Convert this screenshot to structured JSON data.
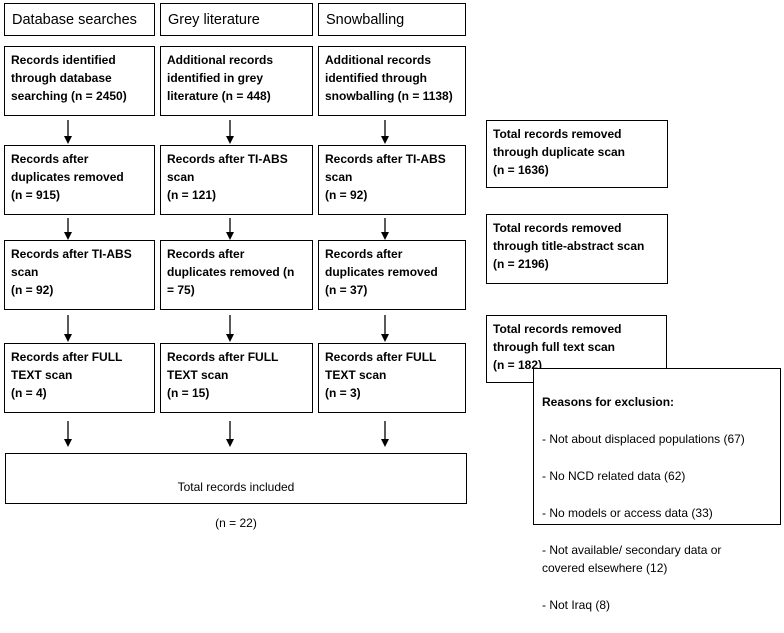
{
  "columns": [
    {
      "header": "Database searches",
      "boxes": [
        "Records identified\nthrough database\nsearching (n = 2450)",
        "Records after\nduplicates removed\n(n = 915)",
        "Records after TI-ABS\nscan\n(n = 92)",
        "Records after FULL\nTEXT scan\n(n = 4)"
      ]
    },
    {
      "header": "Grey literature",
      "boxes": [
        "Additional records\nidentified in grey\nliterature (n = 448)",
        "Records after TI-ABS\nscan\n(n = 121)",
        "Records after\nduplicates removed (n\n= 75)",
        "Records after FULL\nTEXT scan\n(n = 15)"
      ]
    },
    {
      "header": "Snowballing",
      "boxes": [
        "Additional records\nidentified through\nsnowballing (n = 1138)",
        "Records after TI-ABS\nscan\n(n = 92)",
        "Records after\nduplicates removed\n(n = 37)",
        "Records after FULL\nTEXT scan\n(n = 3)"
      ]
    }
  ],
  "removed": [
    "Total records removed\nthrough duplicate scan\n(n = 1636)",
    "Total records removed\nthrough title-abstract scan\n(n = 2196)",
    "Total records removed\nthrough full text scan\n(n = 182)"
  ],
  "total": {
    "label": "Total records included",
    "count": "(n = 22)"
  },
  "exclusion": {
    "title": "Reasons for exclusion:",
    "items": [
      "- Not about displaced populations (67)",
      "- No NCD related data (62)",
      "- No models or access data (33)",
      "- Not available/ secondary data or\ncovered elsewhere (12)",
      "- Not Iraq (8)"
    ]
  }
}
